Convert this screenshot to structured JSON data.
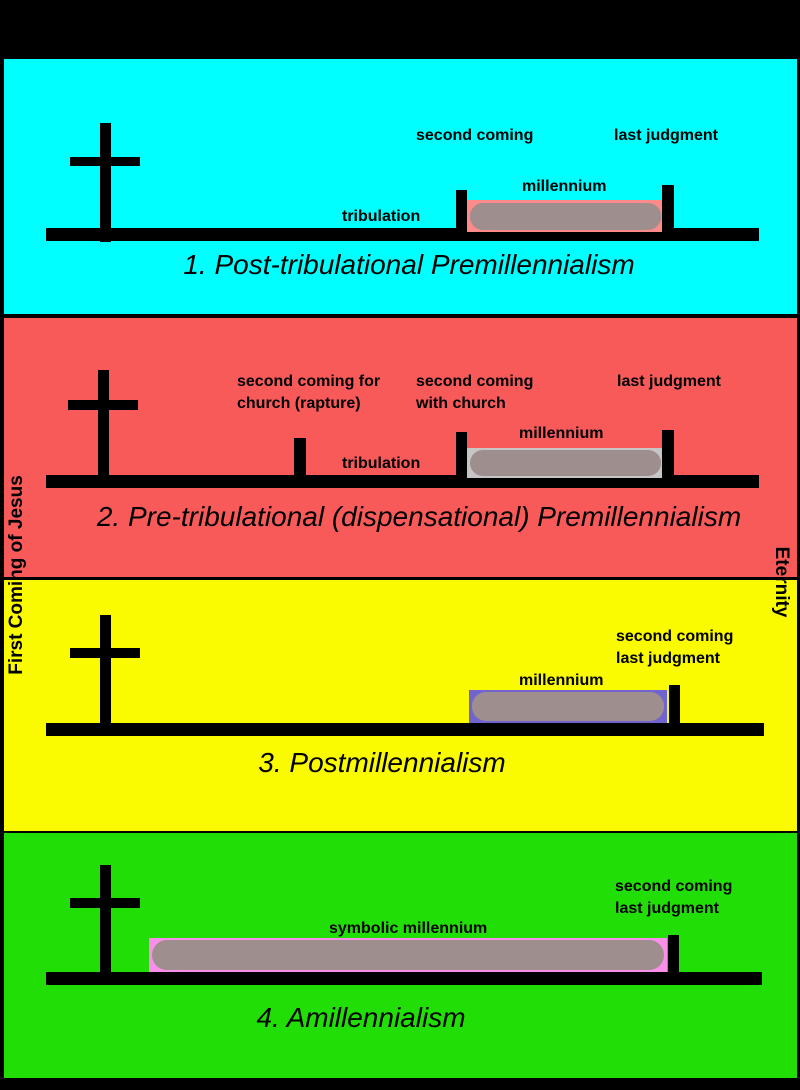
{
  "side_labels": {
    "left": "First Coming of Jesus",
    "right": "Eternity"
  },
  "colors": {
    "background": "#000000",
    "ink": "#000000",
    "panel1_bg": "#00FFFF",
    "panel2_bg": "#F85A5A",
    "panel3_bg": "#FAFA00",
    "panel4_bg": "#21DF06",
    "millennium_bar": "#9E8E8E",
    "millennium_edge_panel1": "#FF8A8A",
    "millennium_edge_panel2": "#C6C6C6",
    "millennium_edge_panel3": "#7264CF",
    "millennium_edge_panel4": "#F98FE9"
  },
  "panels": [
    {
      "title": "1. Post-tribulational Premillennialism",
      "labels": {
        "second_coming": "second coming",
        "last_judgment": "last judgment",
        "millennium": "millennium",
        "tribulation": "tribulation"
      }
    },
    {
      "title": "2. Pre-tribulational (dispensational) Premillennialism",
      "labels": {
        "rapture_line1": "second coming for",
        "rapture_line2": "church (rapture)",
        "coming_line1": "second coming",
        "coming_line2": "with church",
        "last_judgment": "last judgment",
        "millennium": "millennium",
        "tribulation": "tribulation"
      }
    },
    {
      "title": "3. Postmillennialism",
      "labels": {
        "second_coming": "second coming",
        "last_judgment": "last judgment",
        "millennium": "millennium"
      }
    },
    {
      "title": "4. Amillennialism",
      "labels": {
        "second_coming": "second coming",
        "last_judgment": "last judgment",
        "millennium": "symbolic millennium"
      }
    }
  ]
}
